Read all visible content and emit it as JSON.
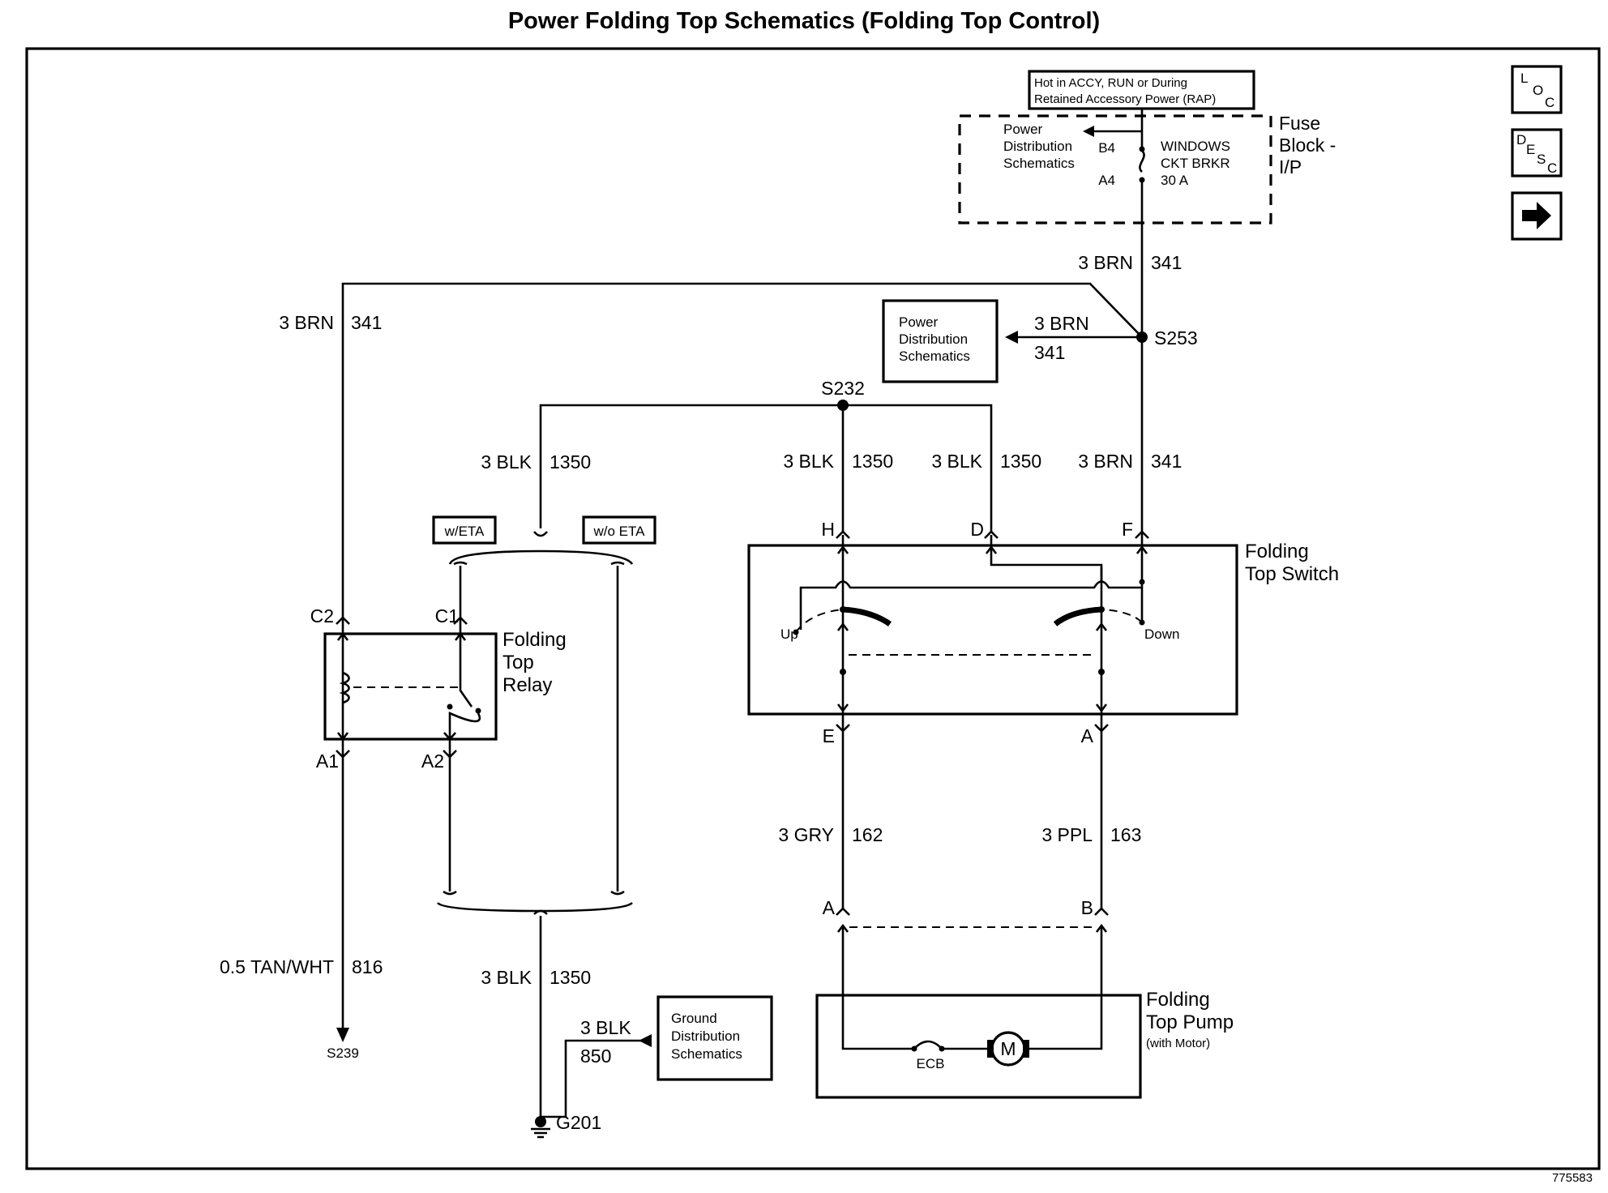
{
  "title": "Power Folding Top Schematics (Folding Top Control)",
  "doc_number": "775583",
  "nav": {
    "loc": [
      "L",
      "O",
      "C"
    ],
    "desc": [
      "D",
      "E",
      "S",
      "C"
    ],
    "next_icon": "arrow-right-icon"
  },
  "hot_label": [
    "Hot in ACCY, RUN or During",
    "Retained Accessory Power (RAP)"
  ],
  "fuse_block": {
    "name": [
      "Fuse",
      "Block -",
      "I/P"
    ],
    "pdist": [
      "Power",
      "Distribution",
      "Schematics"
    ],
    "pin_top": "B4",
    "pin_bottom": "A4",
    "breaker": [
      "WINDOWS",
      "CKT BRKR",
      "30 A"
    ]
  },
  "wires": {
    "top_brn": {
      "gauge": "3 BRN",
      "circuit": "341"
    },
    "left_brn": {
      "gauge": "3 BRN",
      "circuit": "341"
    },
    "pdist_brn": {
      "gauge": "3 BRN",
      "circuit": "341"
    },
    "blk_left": {
      "gauge": "3 BLK",
      "circuit": "1350"
    },
    "blk_h": {
      "gauge": "3 BLK",
      "circuit": "1350"
    },
    "blk_d": {
      "gauge": "3 BLK",
      "circuit": "1350"
    },
    "brn_f": {
      "gauge": "3 BRN",
      "circuit": "341"
    },
    "gry": {
      "gauge": "3 GRY",
      "circuit": "162"
    },
    "ppl": {
      "gauge": "3 PPL",
      "circuit": "163"
    },
    "tan": {
      "gauge": "0.5 TAN/WHT",
      "circuit": "816"
    },
    "blk_bottom": {
      "gauge": "3 BLK",
      "circuit": "1350"
    },
    "blk_ground": {
      "gauge": "3 BLK",
      "circuit": "850"
    }
  },
  "splices": {
    "s253": "S253",
    "s232": "S232",
    "s239": "S239",
    "g201": "G201"
  },
  "pdist_box": [
    "Power",
    "Distribution",
    "Schematics"
  ],
  "ground_box": [
    "Ground",
    "Distribution",
    "Schematics"
  ],
  "options": {
    "with_eta": "w/ETA",
    "without_eta": "w/o ETA"
  },
  "relay": {
    "name": [
      "Folding",
      "Top",
      "Relay"
    ],
    "pins": {
      "c2": "C2",
      "c1": "C1",
      "a1": "A1",
      "a2": "A2"
    }
  },
  "switch": {
    "name": [
      "Folding",
      "Top Switch"
    ],
    "pins": {
      "h": "H",
      "d": "D",
      "f": "F",
      "e": "E",
      "a": "A"
    },
    "up": "Up",
    "down": "Down"
  },
  "pump": {
    "name": [
      "Folding",
      "Top Pump"
    ],
    "note": "(with Motor)",
    "pins": {
      "a": "A",
      "b": "B"
    },
    "ecb": "ECB",
    "motor": "M"
  }
}
